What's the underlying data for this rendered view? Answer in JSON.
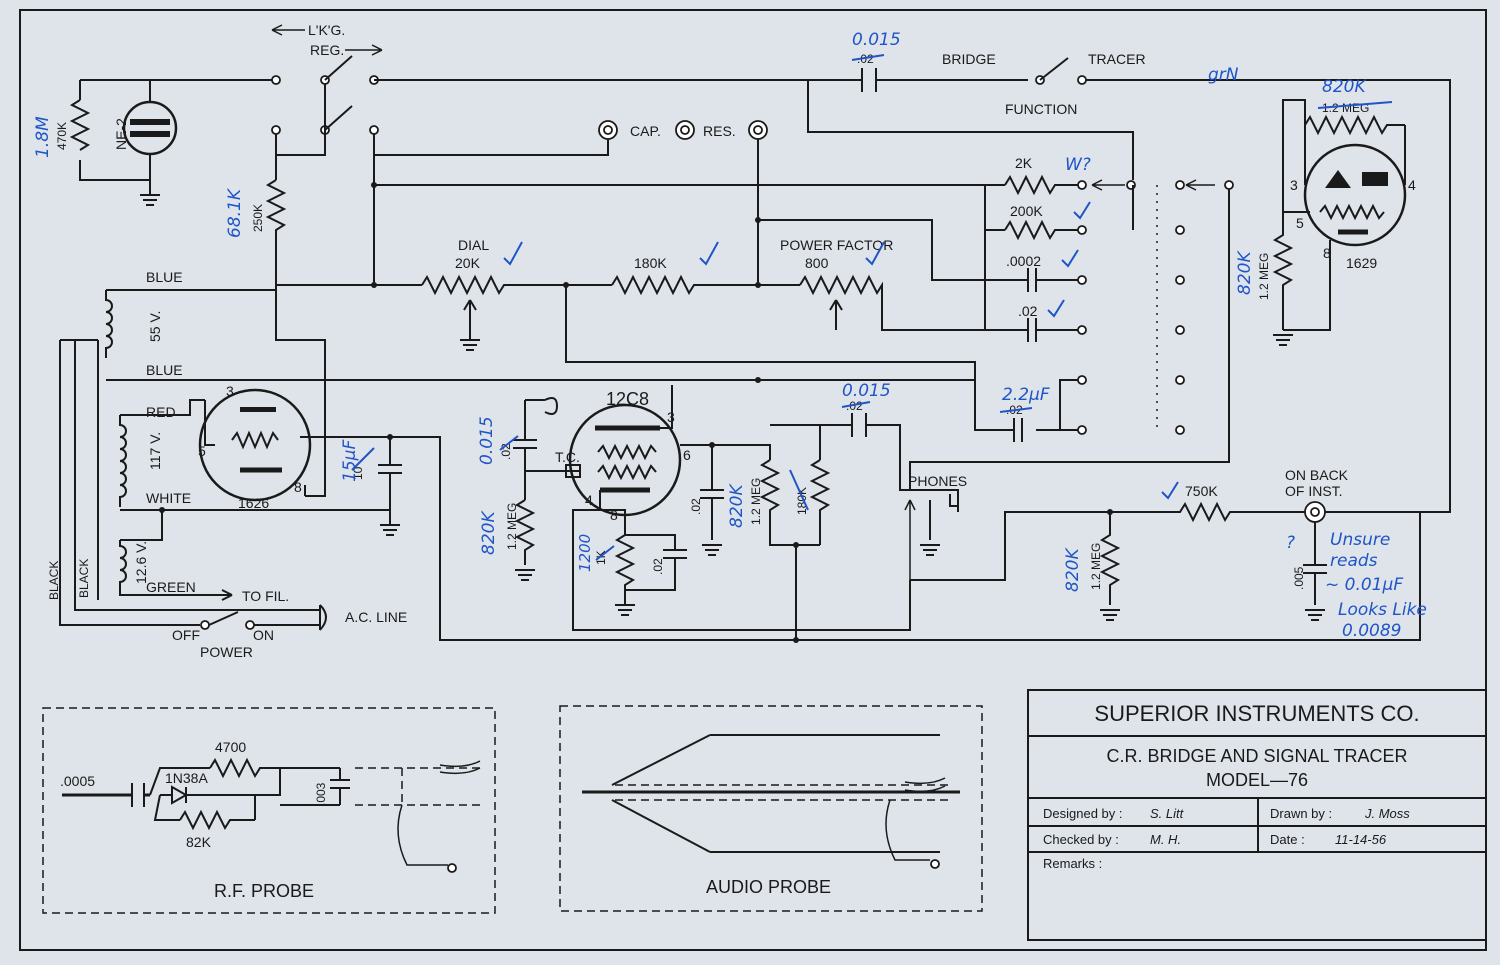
{
  "title_block": {
    "company": "SUPERIOR INSTRUMENTS CO.",
    "title": "C.R. BRIDGE AND SIGNAL TRACER",
    "model": "MODEL—76",
    "designed_label": "Designed by :",
    "designed_value": "S. Litt",
    "checked_label": "Checked by :",
    "checked_value": "M. H.",
    "drawn_label": "Drawn by :",
    "drawn_value": "J. Moss",
    "date_label": "Date :",
    "date_value": "11-14-56",
    "remarks_label": "Remarks :"
  },
  "switch_labels": {
    "lkg": "L'K'G.",
    "reg": "REG.",
    "bridge": "BRIDGE",
    "tracer": "TRACER",
    "function": "FUNCTION",
    "cap": "CAP.",
    "res": "RES.",
    "off": "OFF",
    "on": "ON",
    "power": "POWER"
  },
  "components": {
    "ne2": "NE-2",
    "r_neon": "470K",
    "r_250k": "250K",
    "dial": "DIAL",
    "dial_val": "20K",
    "r180k": "180K",
    "pf": "POWER FACTOR",
    "pf_val": "800",
    "r2k": "2K",
    "r200k": "200K",
    "c0002": ".0002",
    "c02a": ".02",
    "c02b": ".02",
    "c_bridge": ".02",
    "r_1_2meg_top": "1.2 MEG",
    "r_1_2meg_grid": "1.2 MEG",
    "tube_1629": "1629",
    "tube_1626": "1626",
    "tube_12c8": "12C8",
    "tc": "T.C.",
    "c_grid": ".02",
    "r_grid_meg": "1.2 MEG",
    "r_cath": "1K",
    "c_cath": ".02",
    "c_plate": ".02",
    "r_plate_meg": "1.2 MEG",
    "r_plate_180k": "180K",
    "c_out": ".02",
    "c_filter": "10",
    "phones": "PHONES",
    "r750k": "750K",
    "on_back": "ON BACK",
    "of_inst": "OF INST.",
    "r_out_meg": "1.2 MEG",
    "c005": ".005",
    "ac_line": "A.C. LINE",
    "to_fil": "TO FIL.",
    "blue1": "BLUE",
    "v55": "55 V.",
    "blue2": "BLUE",
    "red": "RED",
    "v117": "117 V.",
    "white": "WHITE",
    "v126": "12.6 V.",
    "green": "GREEN",
    "black1": "BLACK",
    "black2": "BLACK"
  },
  "pins": {
    "p3": "3",
    "p4": "4",
    "p5": "5",
    "p8": "8",
    "q3": "3",
    "q5": "5",
    "q8": "8",
    "s3": "3",
    "s4": "4",
    "s6": "6",
    "s8": "8"
  },
  "annotations": {
    "a_18m": "1.8M",
    "a_681k": "68.1K",
    "a_0015_top": "0.015",
    "a_grn": "grN",
    "a_820k_top": "820K",
    "a_w": "W?",
    "a_820k_grid": "820K",
    "a_22uf": "2.2µF",
    "a_0015_out": "0.015",
    "a_0015_in": "0.015",
    "a_820k_in": "820K",
    "a_1200": "1200",
    "a_820k_plate": "820K",
    "a_15uf": "15µF",
    "a_820k_out": "820K",
    "a_q": "?",
    "a_unsure": "Unsure",
    "a_reads": "reads",
    "a_001": "~ 0.01µF",
    "a_looks": "Looks Like",
    "a_00089": "0.0089"
  },
  "rf_probe": {
    "title": "R.F. PROBE",
    "c0005": ".0005",
    "diode": "1N38A",
    "r4700": "4700",
    "r82k": "82K",
    "c003": ".003"
  },
  "audio_probe": {
    "title": "AUDIO PROBE"
  }
}
